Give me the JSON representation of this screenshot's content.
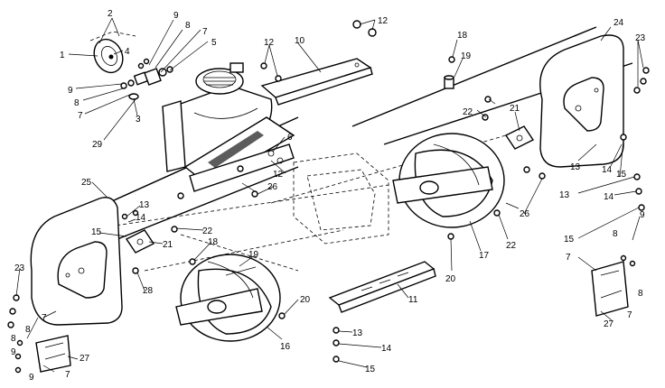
{
  "diagram": {
    "labels": {
      "l1": "1",
      "l2": "2",
      "l3": "3",
      "l4": "4",
      "l5": "5",
      "l6": "6",
      "l7a": "7",
      "l7b": "7",
      "l7c": "7",
      "l7d": "7",
      "l7e": "7",
      "l7f": "7",
      "l8a": "8",
      "l8b": "8",
      "l8c": "8",
      "l8d": "8",
      "l8e": "8",
      "l8f": "8",
      "l9a": "9",
      "l9b": "9",
      "l9c": "9",
      "l9d": "9",
      "l9e": "9",
      "l10": "10",
      "l11": "11",
      "l12a": "12",
      "l12b": "12",
      "l12c": "12",
      "l13a": "13",
      "l13b": "13",
      "l13c": "13",
      "l13d": "13",
      "l14a": "14",
      "l14b": "14",
      "l14c": "14",
      "l14d": "14",
      "l15a": "15",
      "l15b": "15",
      "l15c": "15",
      "l15d": "15",
      "l16": "16",
      "l17": "17",
      "l18a": "18",
      "l18b": "18",
      "l19a": "19",
      "l19b": "19",
      "l20a": "20",
      "l20b": "20",
      "l21a": "21",
      "l21b": "21",
      "l22a": "22",
      "l22b": "22",
      "l22c": "22",
      "l23a": "23",
      "l23b": "23",
      "l24": "24",
      "l25": "25",
      "l26a": "26",
      "l26b": "26",
      "l27a": "27",
      "l27b": "27",
      "l28": "28",
      "l29": "29"
    }
  }
}
